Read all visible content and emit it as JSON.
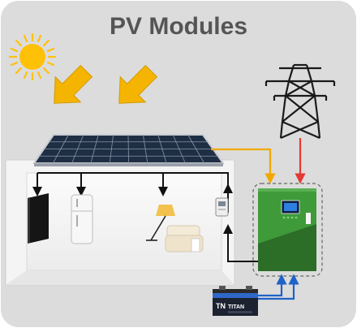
{
  "title": "PV Modules",
  "battery": {
    "brand": "TITAN",
    "logo": "TN"
  },
  "colors": {
    "background": "#dcdcdc",
    "title": "#555555",
    "sun": "#ffc107",
    "arrow": "#f4b400",
    "pv_line": "#f0a800",
    "grid_line": "#e53935",
    "battery_line": "#1e63c8",
    "inverter": "#3f9a3a",
    "inverter_dark": "#2c6d28",
    "panel": "#1e2e44",
    "tower": "#1a1a1a"
  },
  "icons": [
    "sun-icon",
    "sunlight-arrow-icon",
    "solar-panel-icon",
    "power-tower-icon",
    "inverter-icon",
    "battery-icon",
    "tv-icon",
    "refrigerator-icon",
    "floor-lamp-icon",
    "sofa-icon",
    "electric-meter-icon"
  ]
}
